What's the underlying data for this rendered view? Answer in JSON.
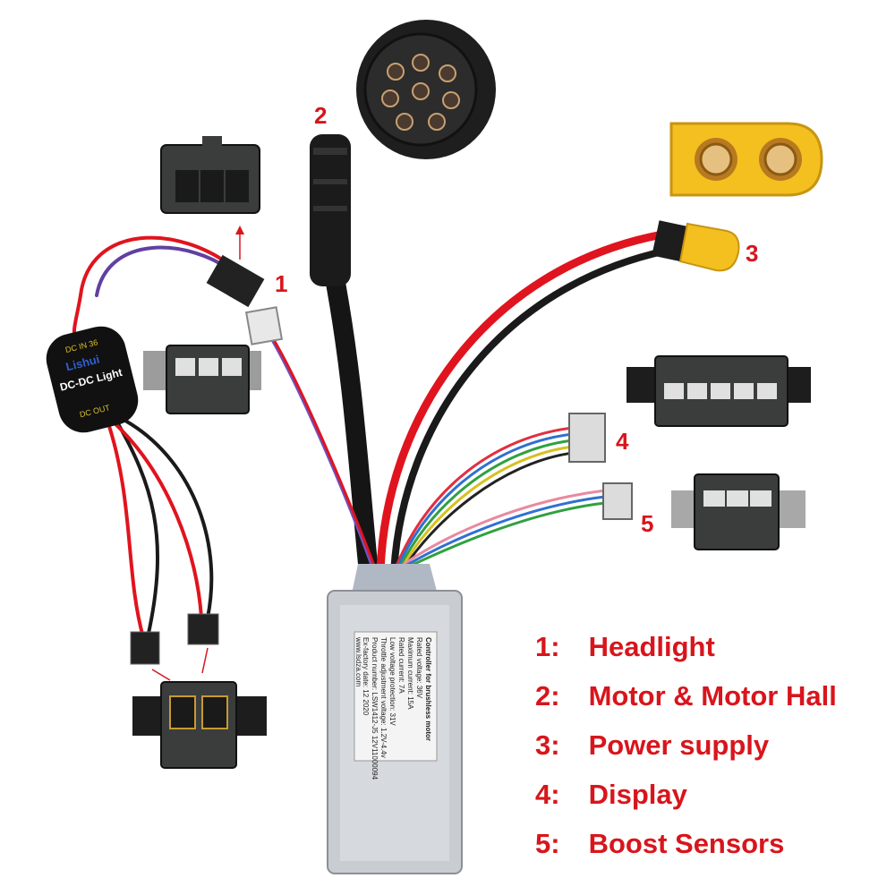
{
  "callouts": [
    "1",
    "2",
    "3",
    "4",
    "5"
  ],
  "legend": [
    {
      "number": "1:",
      "label": "Headlight"
    },
    {
      "number": "2:",
      "label": "Motor & Motor Hall"
    },
    {
      "number": "3:",
      "label": "Power supply"
    },
    {
      "number": "4:",
      "label": "Display"
    },
    {
      "number": "5:",
      "label": "Boost Sensors"
    }
  ],
  "controller_label": {
    "title": "Controller for brushless motor",
    "lines": [
      "Rated voltage:          36V",
      "Maximum current:        15A",
      "Rated current:          7A",
      "Low voltage protection:  31V",
      "Throttle adjustment voltage: 1.2V-4.4v",
      "Product number: LSW1412-J5  12V11000094",
      "Ex-factory date:  12  2020",
      "www.lsdza.com"
    ]
  },
  "converter_label": {
    "brand": "Lishui",
    "title": "DC-DC Light",
    "in": "DC IN 36",
    "out": "DC OUT"
  },
  "colors": {
    "accent": "#d8151c",
    "wire_red": "#e0141e",
    "wire_black": "#1a1a1a",
    "xt60_yellow": "#f3c020",
    "connector_black": "#2b2b2b",
    "controller_silver": "#c9cdd2"
  }
}
